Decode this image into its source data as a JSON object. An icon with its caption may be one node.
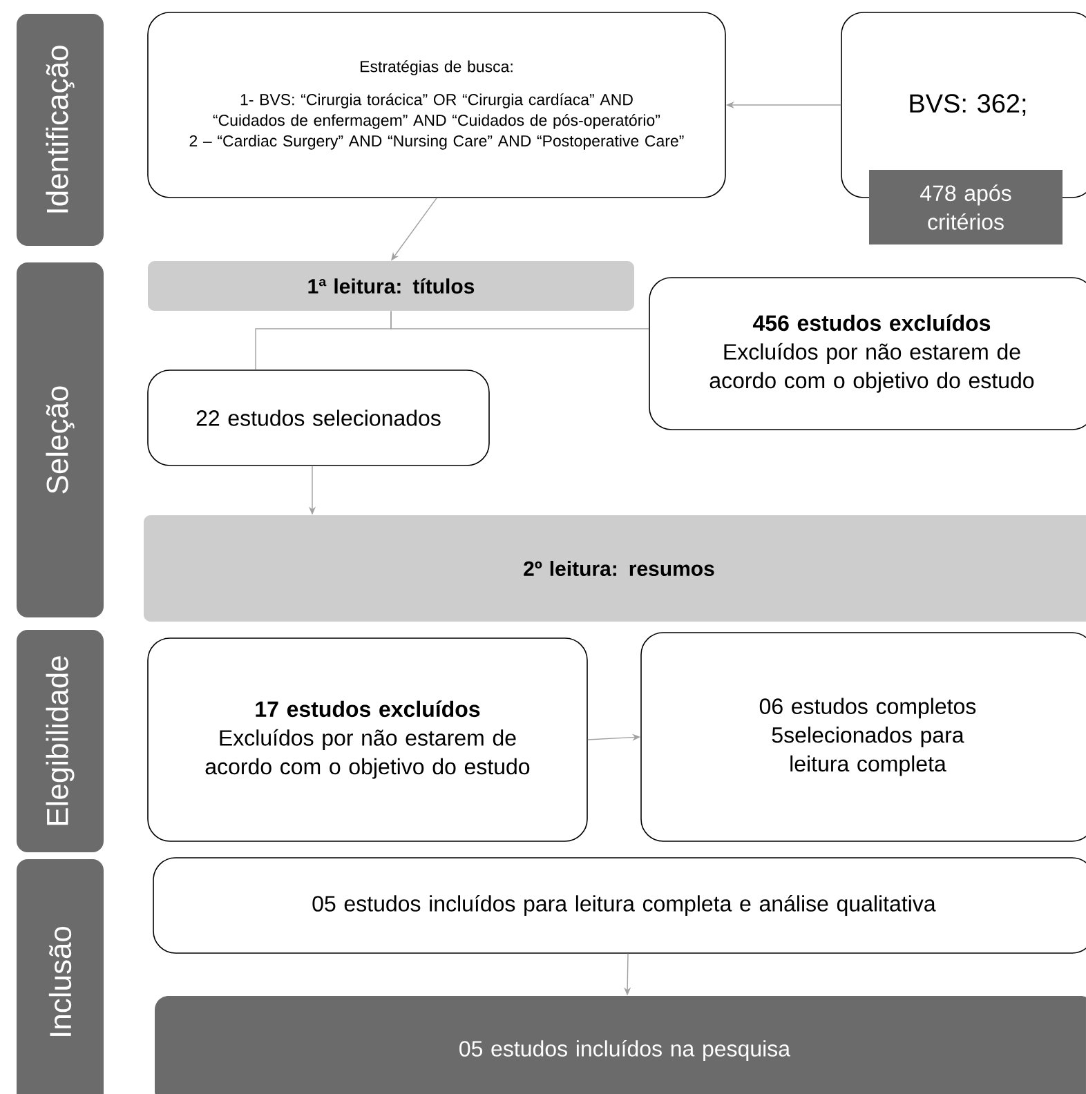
{
  "diagram": {
    "nodes": [
      {
        "text": [
          "Identificação"
        ]
      },
      {
        "text": [
          "Estratégias de busca:",
          "1- BVS: “Cirurgia torácica” OR “Cirurgia cardíaca” AND “Cuidados de enfermagem” AND “Cuidados de pós-operatório”",
          "2 – “Cardiac Surgery” AND “Nursing Care” AND “Postoperative Care”"
        ]
      },
      {
        "text": [
          "BVS: 362;"
        ]
      },
      {
        "text": [
          "478 após critérios"
        ]
      },
      {
        "text": [
          "Seleção"
        ]
      },
      {
        "text": [
          "1ª leitura: títulos"
        ]
      },
      {
        "text": [
          "456 estudos excluídos",
          "Excluídos por não estarem de acordo com o objetivo do estudo"
        ]
      },
      {
        "text": [
          "22 estudos selecionados"
        ]
      },
      {
        "text": [
          "2º leitura: resumos"
        ]
      },
      {
        "text": [
          "Elegibilidade"
        ]
      },
      {
        "text": [
          "17 estudos excluídos",
          "Excluídos por não estarem de acordo com o objetivo do estudo"
        ]
      },
      {
        "text": [
          "06 estudos completos 5selecionados para leitura completa"
        ]
      },
      {
        "text": [
          "Inclusão"
        ]
      },
      {
        "text": [
          "05 estudos incluídos para leitura completa e análise qualitativa"
        ]
      },
      {
        "text": [
          "05 estudos incluídos na pesquisa"
        ]
      }
    ],
    "edges": [
      {
        "from": 2,
        "to": 1,
        "arrow": "to"
      },
      {
        "from": 1,
        "to": 5,
        "arrow": "to"
      },
      {
        "from": 5,
        "to": 7,
        "arrow": "none"
      },
      {
        "from": 5,
        "to": 6,
        "arrow": "none"
      },
      {
        "from": 7,
        "to": 8,
        "arrow": "to"
      },
      {
        "from": 10,
        "to": 11,
        "arrow": "to"
      },
      {
        "from": 13,
        "to": 14,
        "arrow": "to"
      }
    ]
  }
}
